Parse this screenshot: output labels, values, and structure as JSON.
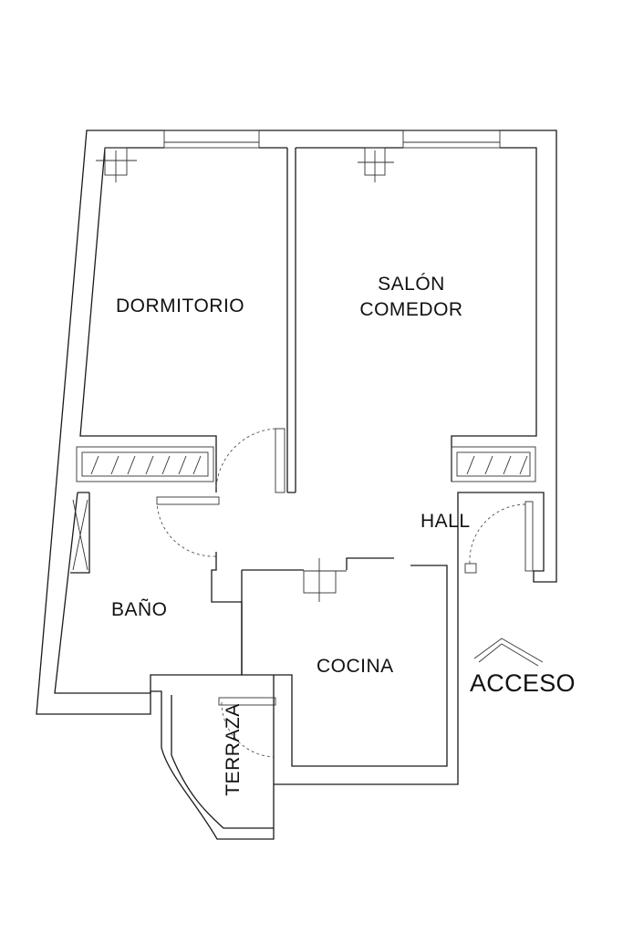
{
  "rooms": {
    "dormitorio": "DORMITORIO",
    "salon_line1": "SALÓN",
    "salon_line2": "COMEDOR",
    "hall": "HALL",
    "bano": "BAÑO",
    "cocina": "COCINA",
    "terraza": "TERRAZA"
  },
  "entrance": {
    "label": "ACCESO",
    "icon": "chevron-up-icon"
  },
  "colors": {
    "walls": "#1a1a1a",
    "background": "#ffffff"
  }
}
